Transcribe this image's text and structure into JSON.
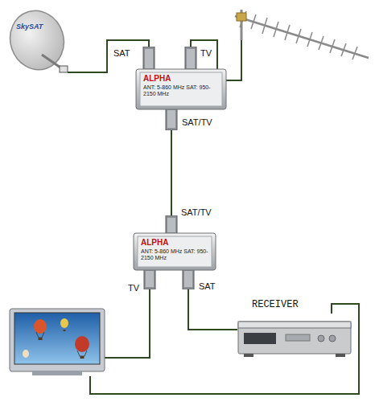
{
  "diagram": {
    "nodes": [
      {
        "text": [
          "SkySAT"
        ]
      },
      {
        "text": [
          "ALPHA",
          "ANT: 5-860 MHz SAT: 950-2150 MHz"
        ]
      },
      {
        "text": [
          "ALPHA",
          "ANT: 5-860 MHz SAT: 950-2150 MHz"
        ]
      },
      {
        "text": [
          "RECEIVER"
        ]
      }
    ],
    "edges": [
      {
        "from": 0,
        "to": 1,
        "arrow": "none"
      },
      {
        "from": 1,
        "to": 2,
        "arrow": "none"
      },
      {
        "from": 2,
        "to": 3,
        "arrow": "none"
      }
    ],
    "labels": [
      "SAT",
      "TV",
      "SAT/TV",
      "SAT/TV",
      "TV",
      "SAT"
    ]
  }
}
